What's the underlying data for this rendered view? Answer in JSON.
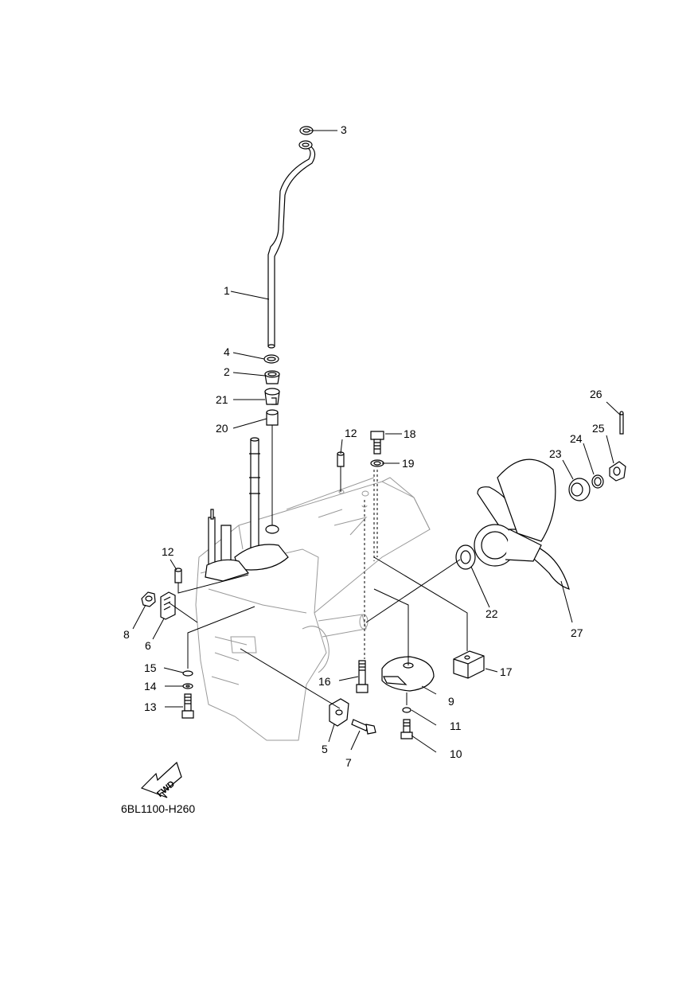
{
  "diagram": {
    "code": "6BL1100-H260",
    "fwd_label": "FWD",
    "callouts": {
      "c1": "1",
      "c2": "2",
      "c3": "3",
      "c4": "4",
      "c5": "5",
      "c6": "6",
      "c7": "7",
      "c8": "8",
      "c9": "9",
      "c10": "10",
      "c11": "11",
      "c12a": "12",
      "c12b": "12",
      "c13": "13",
      "c14": "14",
      "c15": "15",
      "c16": "16",
      "c17": "17",
      "c18": "18",
      "c19": "19",
      "c20": "20",
      "c21": "21",
      "c22": "22",
      "c23": "23",
      "c24": "24",
      "c25": "25",
      "c26": "26",
      "c27": "27"
    }
  }
}
